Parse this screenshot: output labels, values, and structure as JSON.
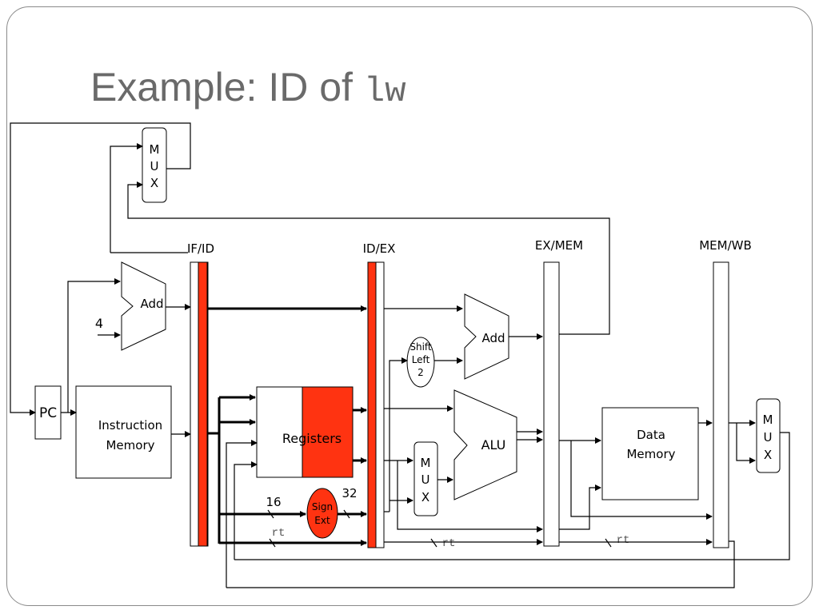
{
  "slide": {
    "title_prefix": "Example: ID of ",
    "title_code": "lw"
  },
  "pipeline_registers": [
    "IF/ID",
    "ID/EX",
    "EX/MEM",
    "MEM/WB"
  ],
  "components": {
    "pc": "PC",
    "add_if": "Add",
    "constant_four": "4",
    "instruction_memory_line1": "Instruction",
    "instruction_memory_line2": "Memory",
    "registers": "Registers",
    "sign_ext_line1": "Sign",
    "sign_ext_line2": "Ext",
    "bits_in": "16",
    "bits_out": "32",
    "shift_left_line1": "Shift",
    "shift_left_line2": "Left",
    "shift_left_line3": "2",
    "add_ex": "Add",
    "alu": "ALU",
    "data_memory_line1": "Data",
    "data_memory_line2": "Memory",
    "mux_letters": [
      "M",
      "U",
      "X"
    ],
    "rt_label": "rt"
  },
  "colors": {
    "highlight": "#ff3311",
    "title": "#6a6a6a"
  }
}
